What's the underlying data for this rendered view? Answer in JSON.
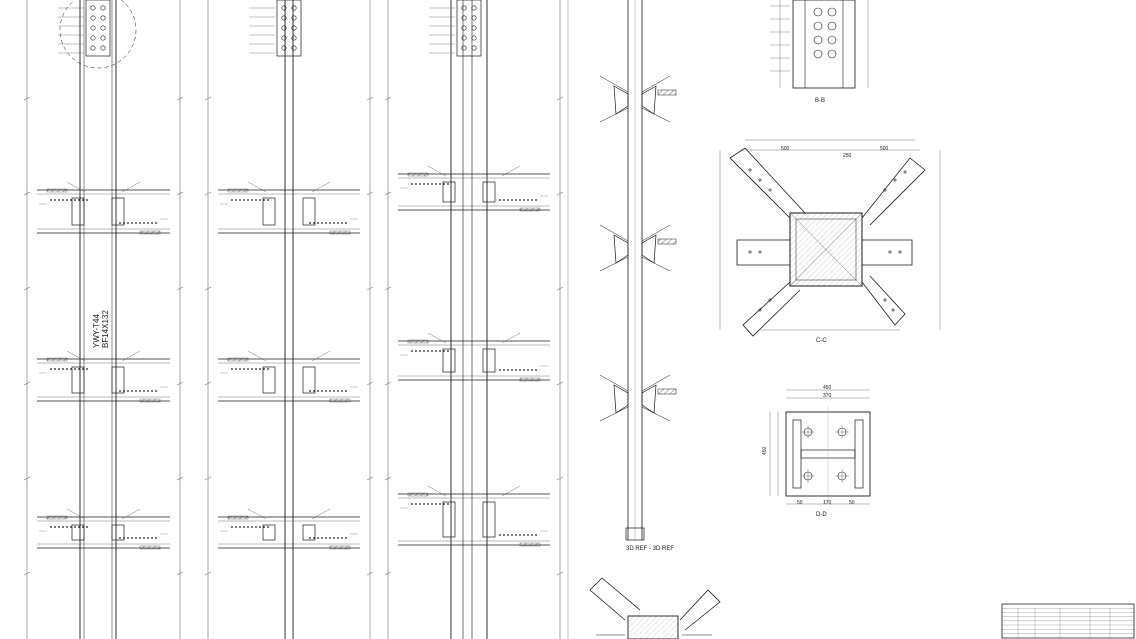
{
  "drawing": {
    "column_1": {
      "mark": "YWY-T44",
      "section": "BF14X132"
    },
    "view_labels": {
      "elevation": "3D REF - 3D REF",
      "section_b": "B-B",
      "section_c": "C-C",
      "section_d": "D-D"
    },
    "dims": {
      "sd_width": "450",
      "sd_inner": "370",
      "sd_bolt_spacing": "170",
      "sd_edge_1": "50",
      "sd_edge_2": "50",
      "sd_height": "450",
      "plan_top": "500",
      "plan_top_2": "250",
      "plan_right": "500"
    },
    "colors": {
      "line": "#1a1a1a",
      "dim": "#444444",
      "background": "#ffffff"
    }
  }
}
